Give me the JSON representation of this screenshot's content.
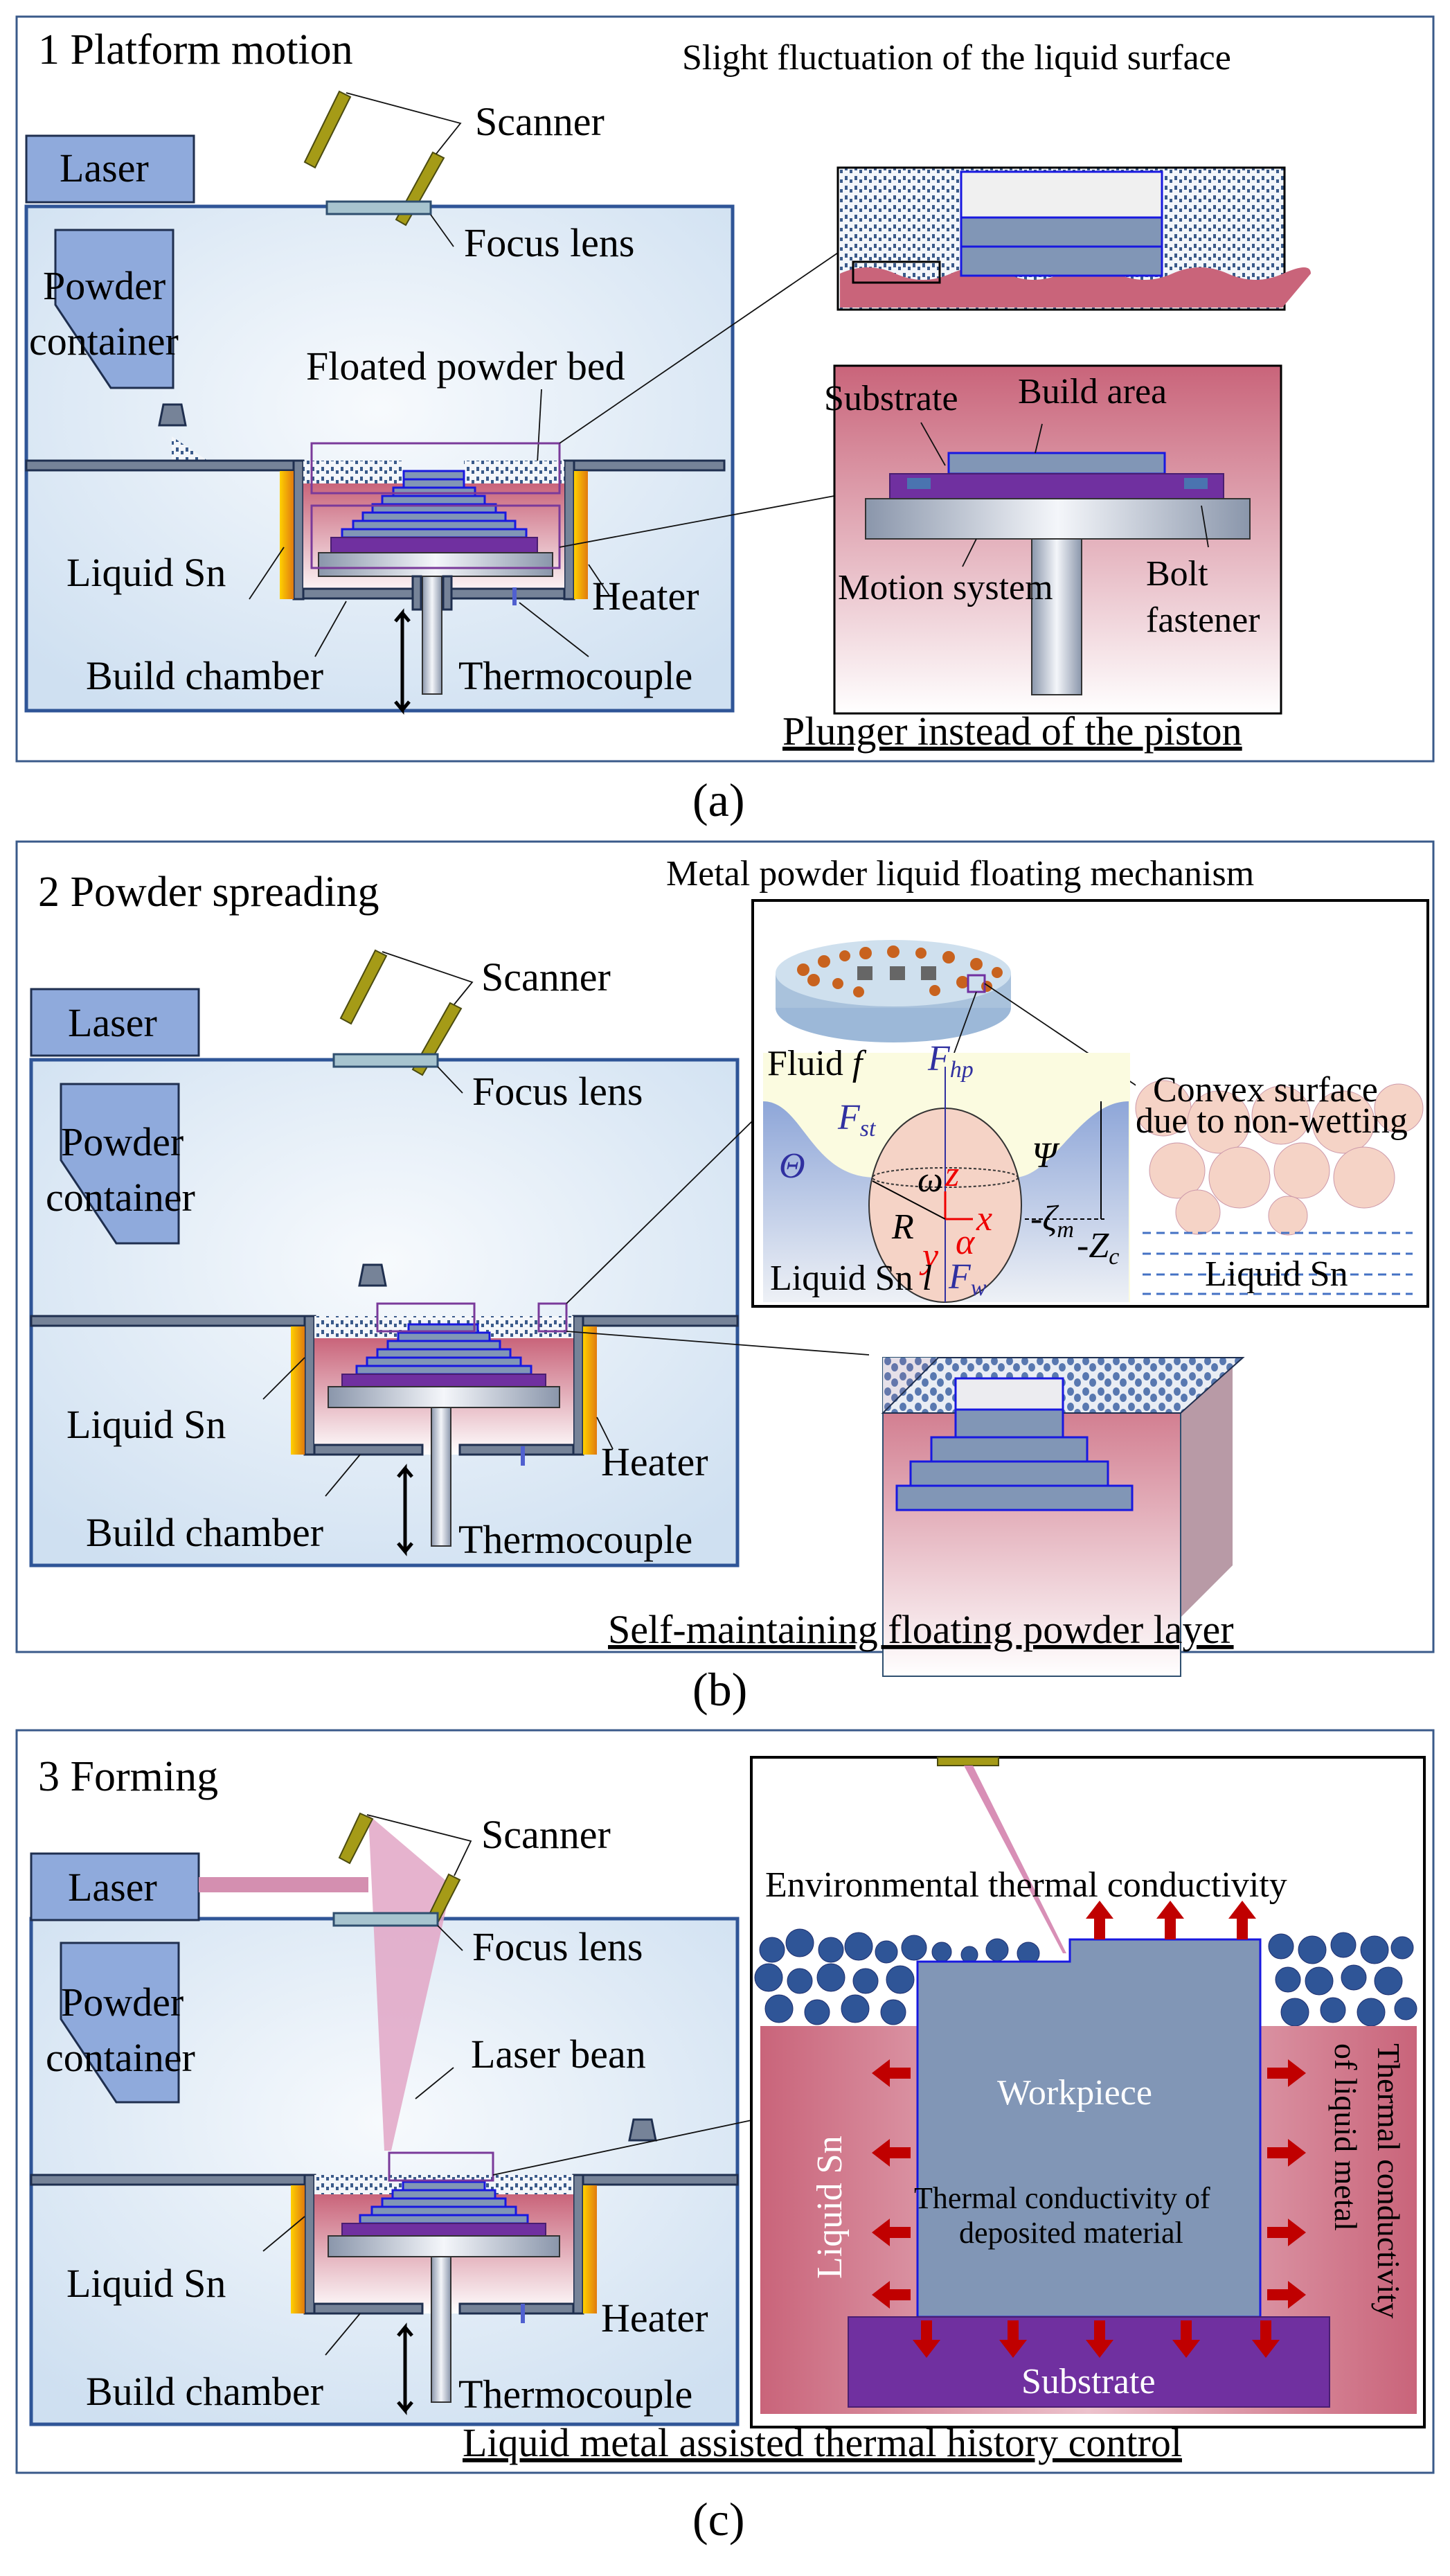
{
  "figure": {
    "panels": [
      {
        "id": "a",
        "title": "1 Platform motion",
        "caption": "(a)",
        "labels": {
          "scanner": "Scanner",
          "laser": "Laser",
          "focus_lens": "Focus lens",
          "powder_container_1": "Powder",
          "powder_container_2": "container",
          "floated_powder_bed": "Floated powder bed",
          "liquid_sn": "Liquid Sn",
          "heater": "Heater",
          "build_chamber": "Build chamber",
          "thermocouple": "Thermocouple"
        },
        "inset_top_title": "Slight fluctuation of the liquid surface",
        "inset_bottom": {
          "substrate": "Substrate",
          "build_area": "Build area",
          "motion_system": "Motion system",
          "bolt_1": "Bolt",
          "bolt_2": "fastener",
          "heading": "Plunger instead of the piston"
        }
      },
      {
        "id": "b",
        "title": "2 Powder spreading",
        "caption": "(b)",
        "labels": {
          "scanner": "Scanner",
          "laser": "Laser",
          "focus_lens": "Focus lens",
          "powder_container_1": "Powder",
          "powder_container_2": "container",
          "liquid_sn": "Liquid Sn",
          "heater": "Heater",
          "build_chamber": "Build chamber",
          "thermocouple": "Thermocouple"
        },
        "mechanism": {
          "heading": "Metal powder liquid floating mechanism",
          "fluid": "Fluid ",
          "fluid_sym": "f",
          "f_hp": "F",
          "f_hp_sub": "hp",
          "f_st": "F",
          "f_st_sub": "st",
          "f_w": "F",
          "f_w_sub": "w",
          "theta": "Θ",
          "psi": "Ψ",
          "omega": "ω",
          "z": "z",
          "x": "x",
          "y": "y",
          "alpha": "α",
          "R": "R",
          "zeta": "-ζ",
          "zeta_sub": "m",
          "Zc": "-Z",
          "Zc_sub": "c",
          "liquid": "Liquid Sn ",
          "liquid_sym": "l",
          "convex_1": "Convex surface",
          "convex_2": "due to non-wetting",
          "liquid_sn_right": "Liquid Sn"
        },
        "bottom_heading": "Self-maintaining floating powder layer"
      },
      {
        "id": "c",
        "title": "3 Forming",
        "caption": "(c)",
        "labels": {
          "scanner": "Scanner",
          "laser": "Laser",
          "focus_lens": "Focus lens",
          "powder_container_1": "Powder",
          "powder_container_2": "container",
          "laser_beam": "Laser bean",
          "liquid_sn": "Liquid Sn",
          "heater": "Heater",
          "build_chamber": "Build chamber",
          "thermocouple": "Thermocouple"
        },
        "thermal": {
          "environmental": "Environmental thermal conductivity",
          "workpiece": "Workpiece",
          "deposited_1": "Thermal conductivity of",
          "deposited_2": "deposited material",
          "liquid_sn": "Liquid Sn",
          "liquid_metal_1": "Thermal conductivity",
          "liquid_metal_2": "of liquid metal",
          "substrate": "Substrate"
        },
        "bottom_heading": "Liquid metal assisted thermal history control"
      }
    ],
    "colors": {
      "chamber_border": "#2f5597",
      "laser_box": "#8faadc",
      "mirror": "#a59b17",
      "liquid_sn": "#c9647a",
      "build_step": "#8196b6",
      "substrate": "#7030a0",
      "heat_arrow": "#c00000",
      "powder": "#2f5597"
    }
  }
}
